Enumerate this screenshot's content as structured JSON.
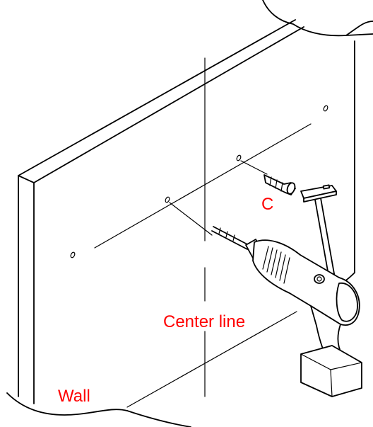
{
  "labels": {
    "part_c": "C",
    "center_line": "Center line",
    "wall": "Wall"
  },
  "colors": {
    "label": "#ff0000",
    "line": "#000000",
    "background": "#ffffff"
  }
}
